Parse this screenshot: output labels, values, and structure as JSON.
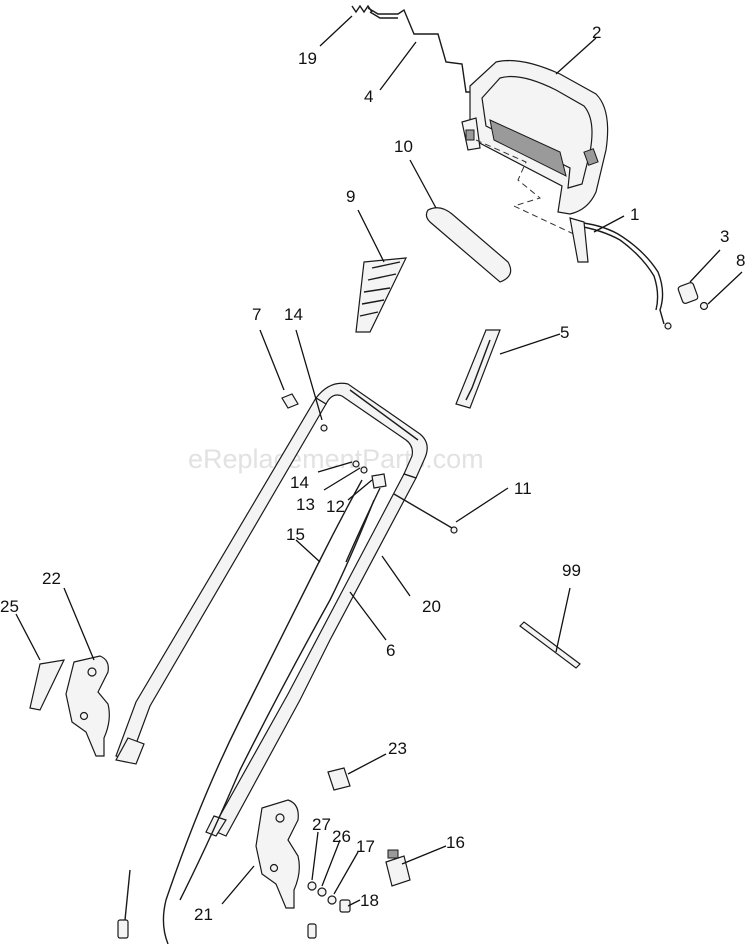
{
  "watermark": "eReplacementParts.com",
  "callouts": {
    "c1": "1",
    "c2": "2",
    "c3": "3",
    "c4": "4",
    "c5": "5",
    "c6": "6",
    "c7": "7",
    "c8": "8",
    "c9": "9",
    "c10": "10",
    "c11": "11",
    "c12": "12",
    "c13": "13",
    "c14a": "14",
    "c14b": "14",
    "c15": "15",
    "c16": "16",
    "c17": "17",
    "c18": "18",
    "c19": "19",
    "c20": "20",
    "c21": "21",
    "c22": "22",
    "c23": "23",
    "c25": "25",
    "c26": "26",
    "c27": "27",
    "c99": "99"
  }
}
